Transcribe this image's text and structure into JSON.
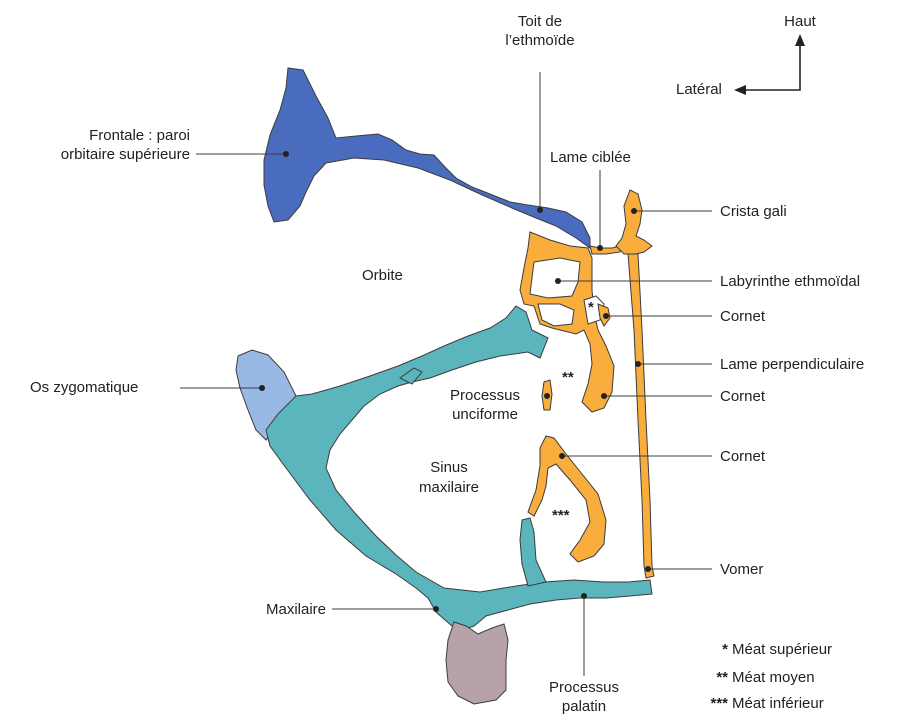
{
  "orientation": {
    "up": "Haut",
    "lateral": "Latéral"
  },
  "labels": {
    "toit_line1": "Toit de",
    "toit_line2": "l’ethmoïde",
    "frontale_line1": "Frontale : paroi",
    "frontale_line2": "orbitaire supérieure",
    "lame_criblee": "Lame ciblée",
    "crista_gali": "Crista gali",
    "orbite": "Orbite",
    "labyrinthe": "Labyrinthe ethmoïdal",
    "cornet_superieur": "Cornet",
    "lame_perpendiculaire": "Lame perpendiculaire",
    "os_zygomatique": "Os zygomatique",
    "processus_unciforme_line1": "Processus",
    "processus_unciforme_line2": "unciforme",
    "cornet_moyen": "Cornet",
    "sinus_line1": "Sinus",
    "sinus_line2": "maxilaire",
    "cornet_inferieur": "Cornet",
    "vomer": "Vomer",
    "maxilaire": "Maxilaire",
    "processus_palatin_line1": "Processus",
    "processus_palatin_line2": "palatin"
  },
  "markers": {
    "single": "*",
    "double": "**",
    "triple": "***"
  },
  "legend": {
    "items": [
      {
        "marker": "*",
        "text": "Méat supérieur"
      },
      {
        "marker": "**",
        "text": "Méat moyen"
      },
      {
        "marker": "***",
        "text": "Méat inférieur"
      }
    ]
  },
  "colors": {
    "frontal": "#4a6cbf",
    "ethmoid": "#f9ad3c",
    "maxilla": "#5bb5bd",
    "zygomatic": "#97b9e4",
    "tooth": "#b7a2aa",
    "outline": "#3c3c3c"
  }
}
